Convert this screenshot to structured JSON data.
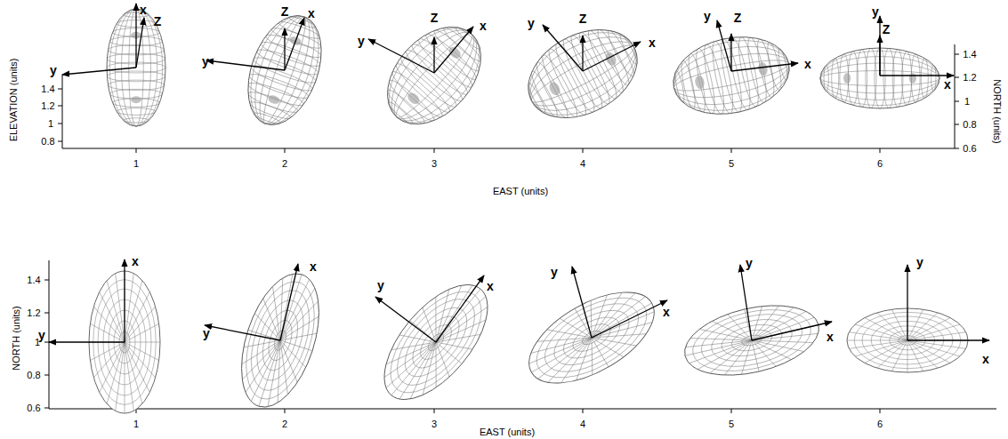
{
  "diagram": {
    "labels": [
      "ELEVATION (units)",
      "1.4",
      "1.2",
      "1",
      "0.8",
      "NORTH (units)",
      "1.4",
      "1.2",
      "1",
      "0.8",
      "0.6",
      "1",
      "2",
      "3",
      "4",
      "5",
      "6",
      "EAST (units)",
      "x",
      "Z",
      "y",
      "Z",
      "x",
      "y",
      "Z",
      "x",
      "y",
      "Z",
      "y",
      "x",
      "y",
      "Z",
      "x",
      "y",
      "Z",
      "x",
      "NORTH (units)",
      "1.4",
      "1.2",
      "1",
      "0.8",
      "0.6",
      "1",
      "2",
      "3",
      "4",
      "5",
      "6",
      "EAST (units)",
      "x",
      "y",
      "x",
      "y",
      "y",
      "x",
      "y",
      "x",
      "y",
      "x",
      "y",
      "x"
    ]
  }
}
